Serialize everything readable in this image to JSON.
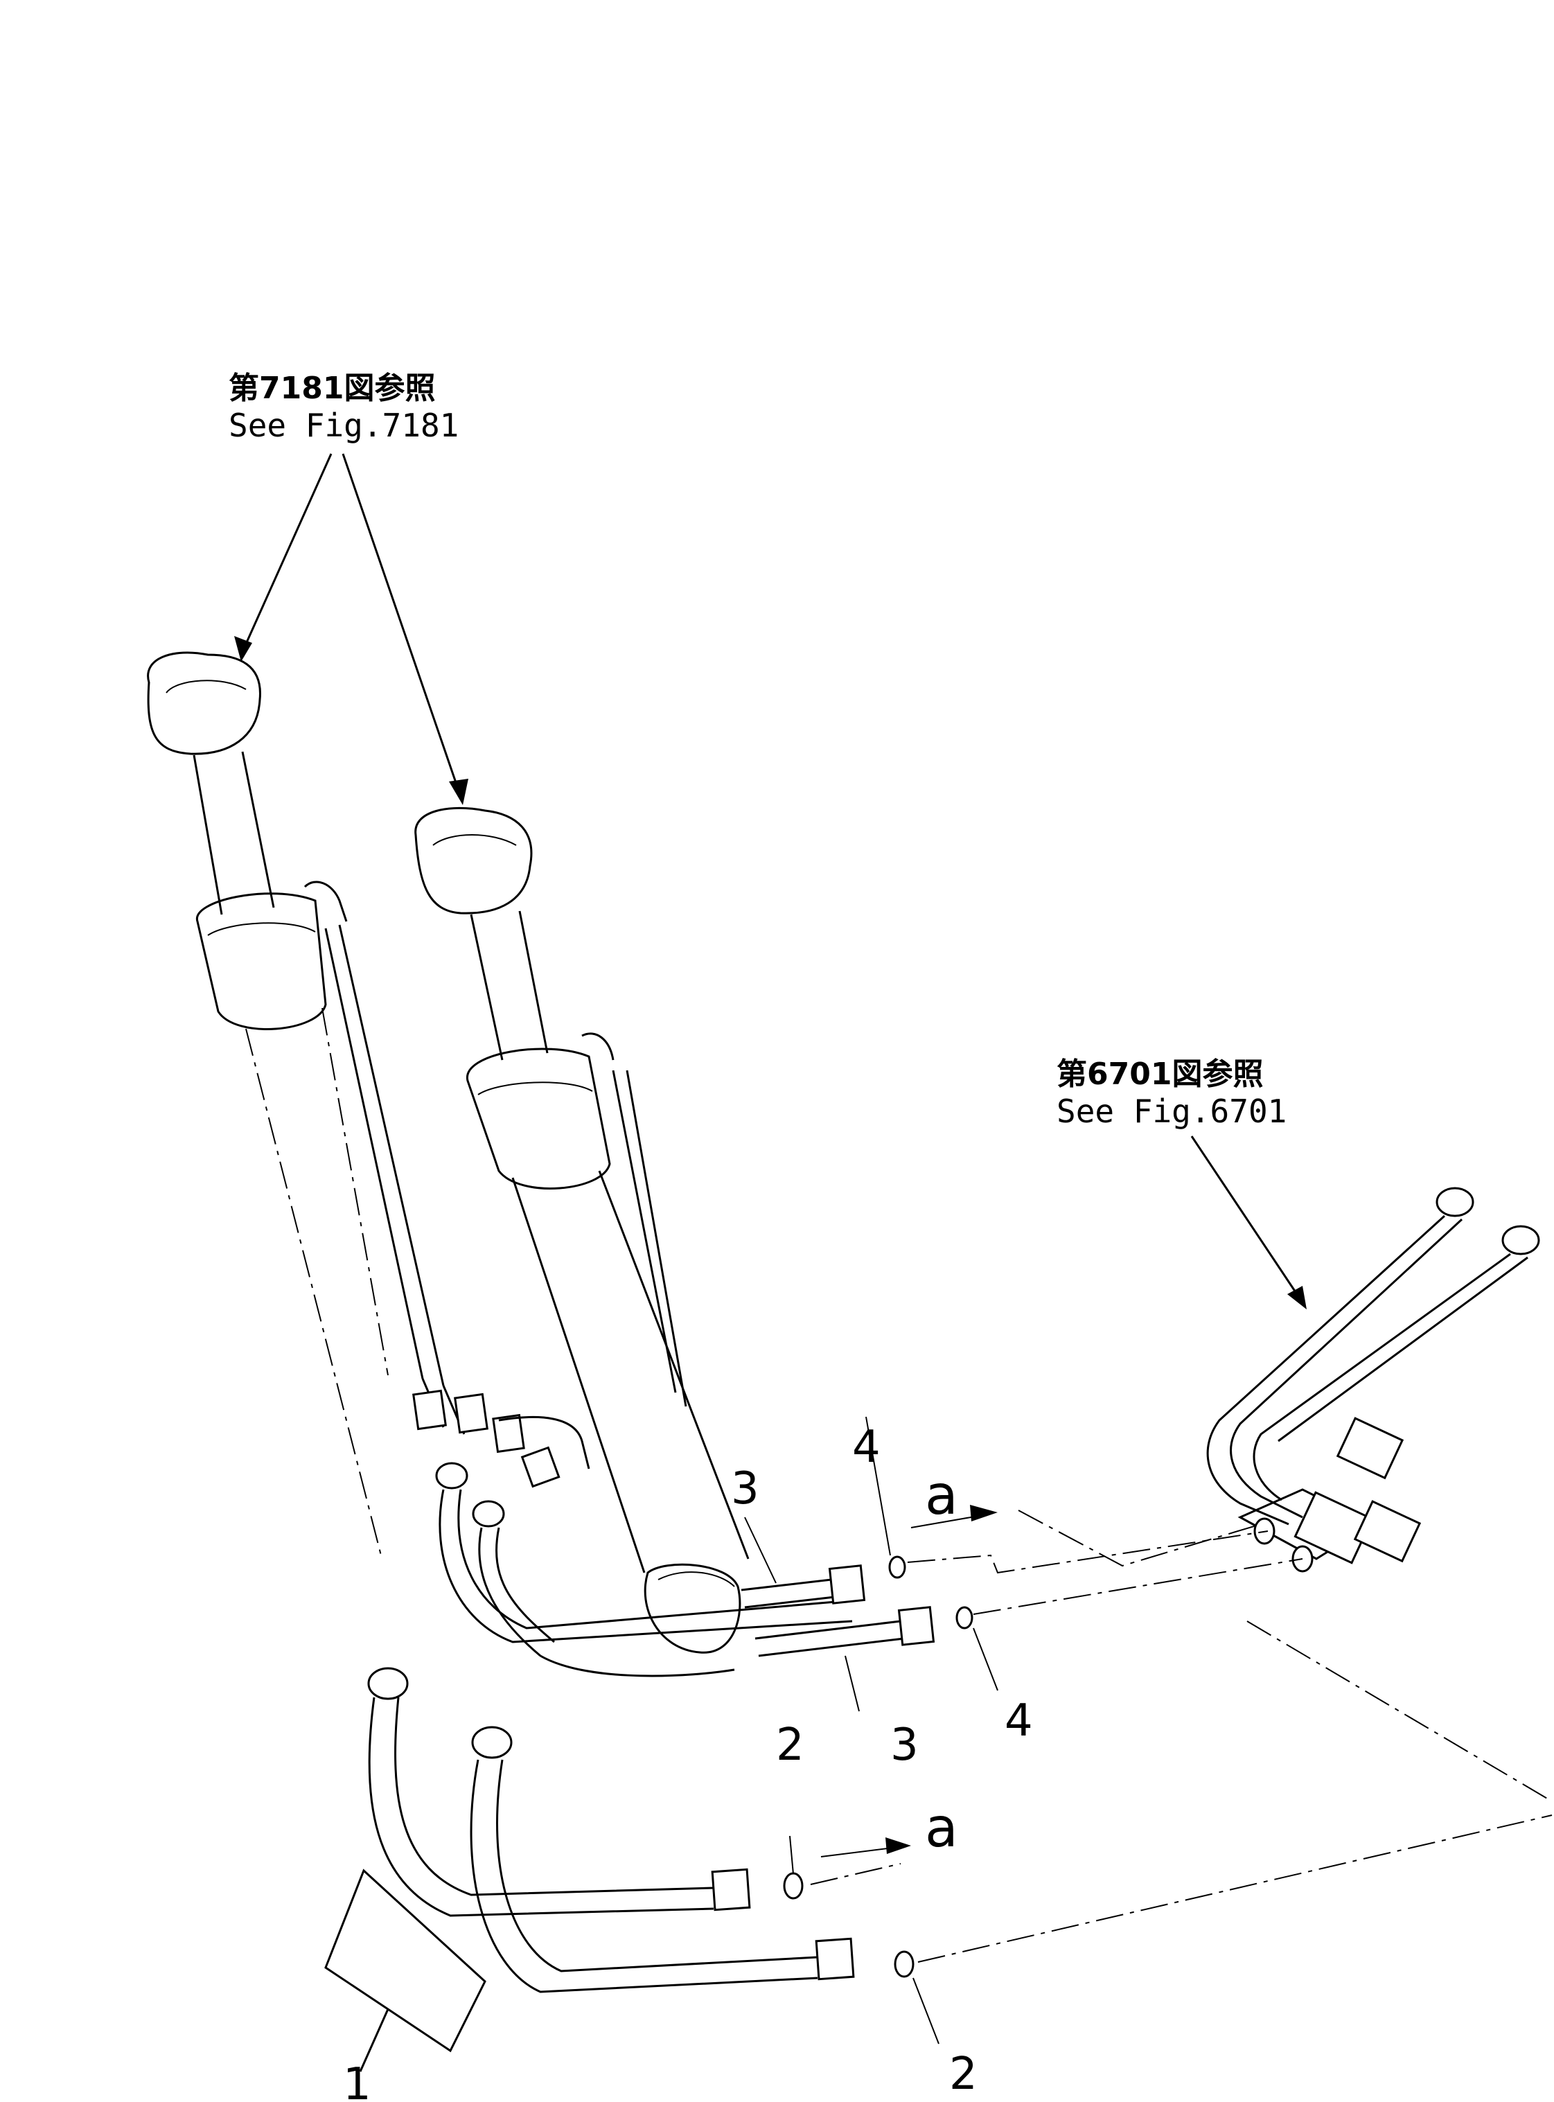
{
  "references": {
    "fig7181_jp": "第7181図参照",
    "fig7181_en": "See Fig.7181",
    "fig6701_jp": "第6701図参照",
    "fig6701_en": "See Fig.6701"
  },
  "callouts": {
    "part1": "1",
    "part2_upper": "2",
    "part2_lower": "2",
    "part3_upper": "3",
    "part3_lower": "3",
    "part4_upper": "4",
    "part4_lower": "4",
    "arrow_a_upper": "a",
    "arrow_a_lower": "a"
  }
}
